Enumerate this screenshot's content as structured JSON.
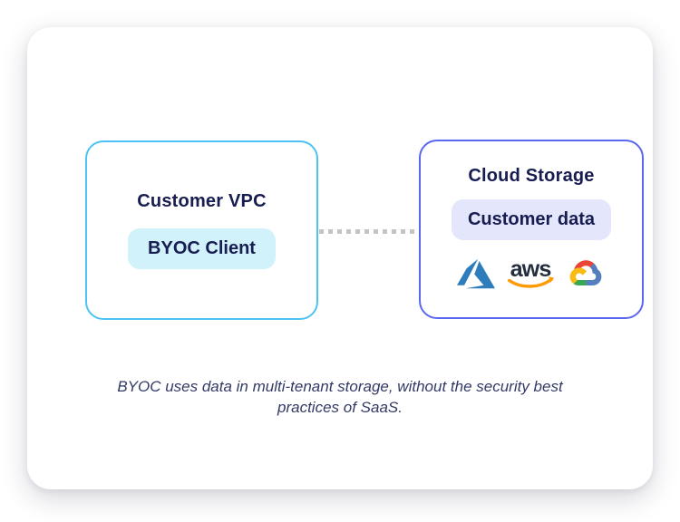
{
  "diagram": {
    "left_box": {
      "title": "Customer VPC",
      "pill_label": "BYOC Client"
    },
    "right_box": {
      "title": "Cloud Storage",
      "pill_label": "Customer data",
      "logos": [
        {
          "name": "azure-icon",
          "label": "Microsoft Azure"
        },
        {
          "name": "aws-icon",
          "label": "AWS",
          "text": "aws"
        },
        {
          "name": "google-cloud-icon",
          "label": "Google Cloud"
        }
      ]
    },
    "caption": "BYOC uses data in multi-tenant storage, without the security best practices of SaaS.",
    "colors": {
      "left_box_border": "#4CC3F2",
      "left_pill_bg": "#D2F2FB",
      "right_box_border": "#5A67EE",
      "right_pill_bg": "#E4E6FB",
      "title_text": "#171D50",
      "caption_text": "#333A66",
      "connector_dots": "#C4C4C4",
      "azure_blue": "#2D7CBC",
      "aws_text_dark": "#232F3E",
      "aws_smile_orange": "#FF9900",
      "gcp_red": "#EA4535",
      "gcp_blue": "#557EBF",
      "gcp_green": "#36A852",
      "gcp_yellow": "#F9BC15"
    }
  }
}
